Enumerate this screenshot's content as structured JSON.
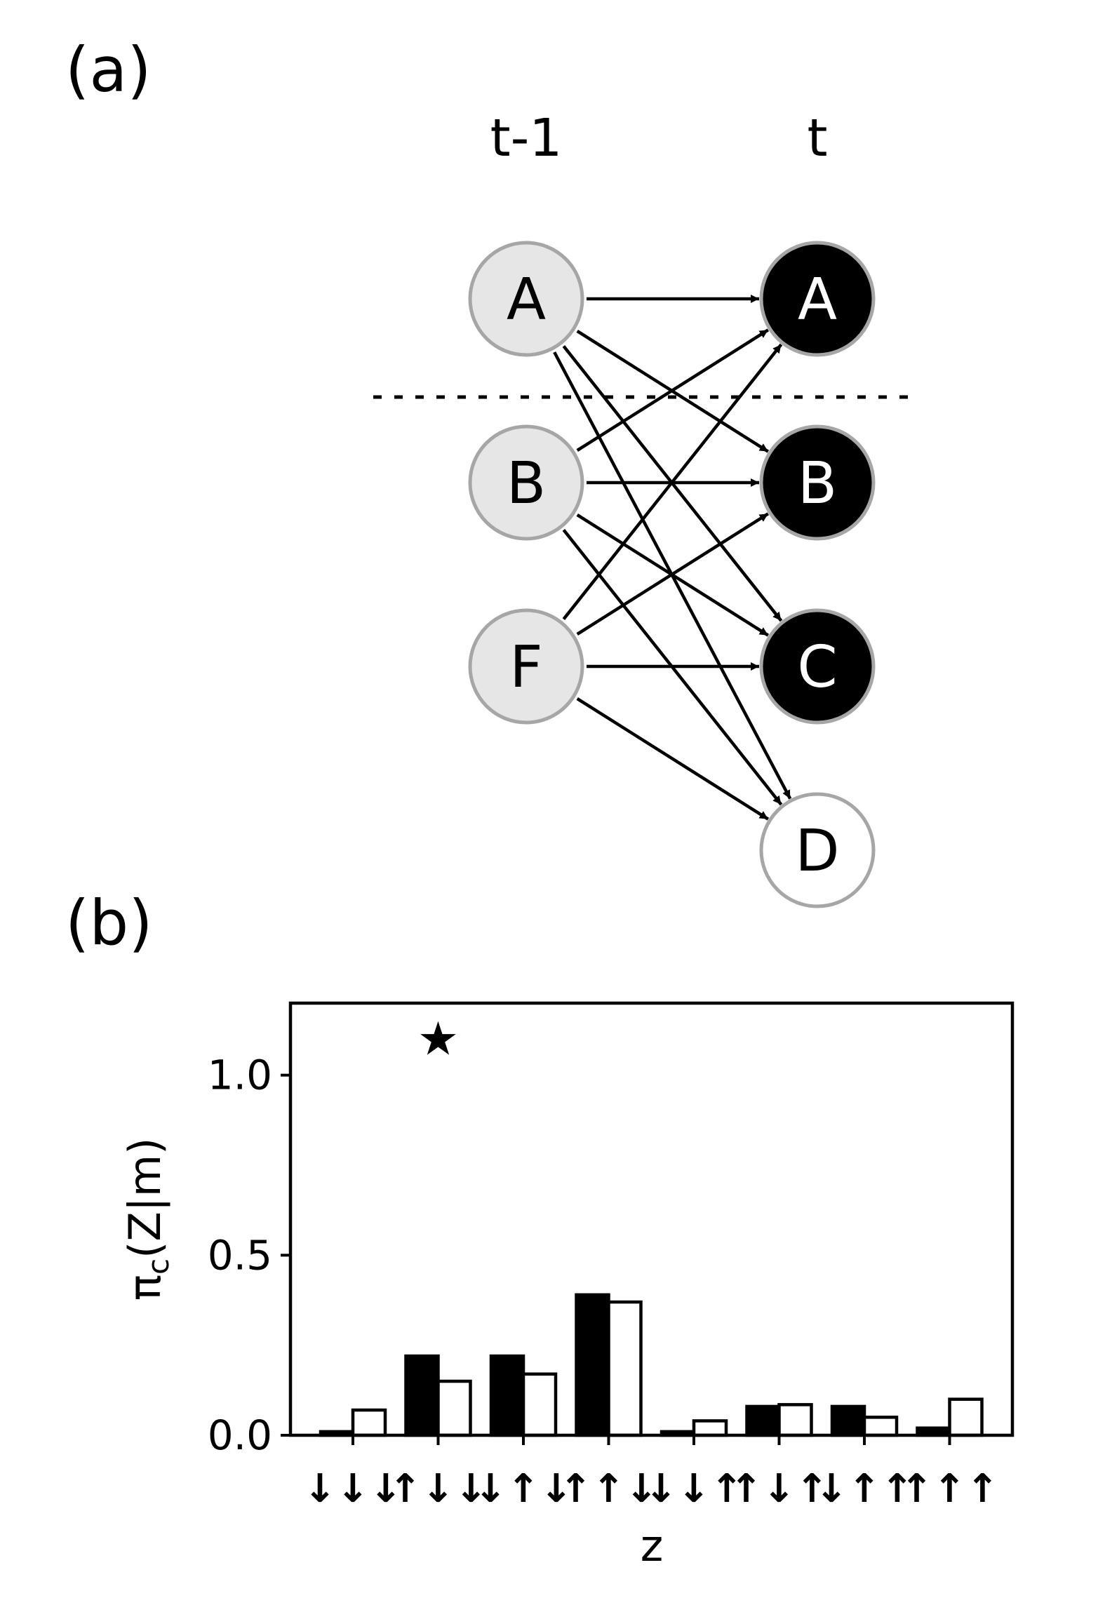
{
  "panel_a": {
    "label": "(a)",
    "col_prev": "t-1",
    "col_curr": "t",
    "prev_nodes": [
      {
        "id": "A",
        "label": "A"
      },
      {
        "id": "B",
        "label": "B"
      },
      {
        "id": "F",
        "label": "F"
      }
    ],
    "curr_nodes": [
      {
        "id": "A",
        "label": "A",
        "filled": true
      },
      {
        "id": "B",
        "label": "B",
        "filled": true
      },
      {
        "id": "C",
        "label": "C",
        "filled": true
      },
      {
        "id": "D",
        "label": "D",
        "filled": false
      }
    ],
    "edges": [
      [
        "A",
        "A"
      ],
      [
        "A",
        "B"
      ],
      [
        "A",
        "C"
      ],
      [
        "A",
        "D"
      ],
      [
        "B",
        "A"
      ],
      [
        "B",
        "B"
      ],
      [
        "B",
        "C"
      ],
      [
        "B",
        "D"
      ],
      [
        "F",
        "A"
      ],
      [
        "F",
        "B"
      ],
      [
        "F",
        "C"
      ],
      [
        "F",
        "D"
      ]
    ],
    "colors": {
      "prev_fill": "#e6e6e6",
      "border": "#a6a6a6",
      "filled": "#000000",
      "open": "#ffffff"
    }
  },
  "panel_b": {
    "label": "(b)",
    "marker": "★"
  },
  "chart_data": {
    "type": "bar",
    "xlabel": "z",
    "ylabel_main": "π",
    "ylabel_sub": "c",
    "ylabel_rest": "(Z|m)",
    "categories": [
      "↓↓↓",
      "↑↓↓",
      "↓↑↓",
      "↑↑↓",
      "↓↓↑",
      "↑↓↑",
      "↓↑↑",
      "↑↑↑"
    ],
    "series": [
      {
        "fill": "#000000",
        "values": [
          0.01,
          0.22,
          0.22,
          0.39,
          0.01,
          0.08,
          0.08,
          0.02
        ]
      },
      {
        "fill": "#ffffff",
        "values": [
          0.07,
          0.15,
          0.17,
          0.37,
          0.04,
          0.085,
          0.05,
          0.1
        ]
      }
    ],
    "yticks": [
      0.0,
      0.5,
      1.0
    ],
    "ytick_labels": [
      "0.0",
      "0.5",
      "1.0"
    ],
    "ylim": [
      0,
      1.2
    ],
    "star_category": 1,
    "star_value": 1.1
  }
}
